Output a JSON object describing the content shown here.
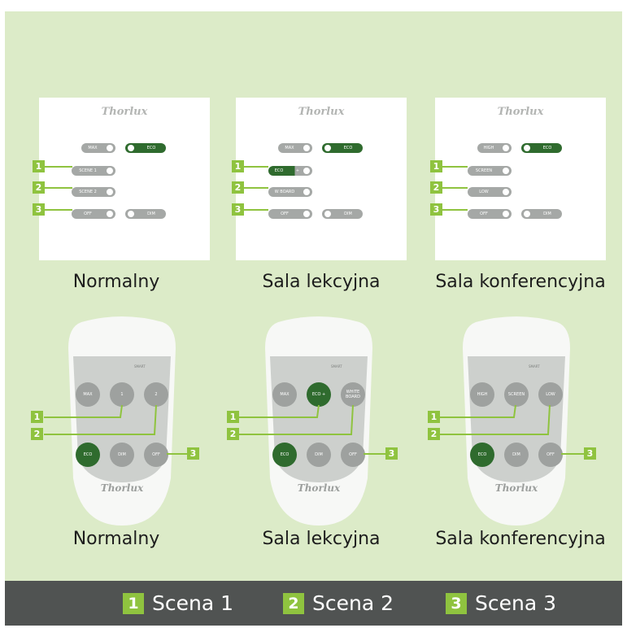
{
  "brand": "Thorlux",
  "panels": [
    {
      "caption": "Normalny",
      "buttons": {
        "max": "MAX",
        "eco": "ECO",
        "scene1": "SCENE 1",
        "scene2": "SCENE 2",
        "off": "OFF",
        "dim": "DIM"
      }
    },
    {
      "caption": "Sala lekcyjna",
      "buttons": {
        "max": "MAX",
        "eco": "ECO",
        "scene1_left": "ECO",
        "scene1_right": "+",
        "scene2": "W BOARD",
        "off": "OFF",
        "dim": "DIM"
      }
    },
    {
      "caption": "Sala konferencyjna",
      "buttons": {
        "max": "HIGH",
        "eco": "ECO",
        "scene1": "SCREEN",
        "scene2": "LOW",
        "off": "OFF",
        "dim": "DIM"
      }
    }
  ],
  "remotes": [
    {
      "caption": "Normalny",
      "smart": "SMART",
      "buttons": {
        "b1": "MAX",
        "b2": "1",
        "b3": "2",
        "b4": "ECO",
        "b5": "DIM",
        "b6": "OFF"
      }
    },
    {
      "caption": "Sala lekcyjna",
      "smart": "SMART",
      "buttons": {
        "b1": "MAX",
        "b2": "ECO +",
        "b3": "WHITE BOARD",
        "b4": "ECO",
        "b5": "DIM",
        "b6": "OFF"
      }
    },
    {
      "caption": "Sala konferencyjna",
      "smart": "SMART",
      "buttons": {
        "b1": "HIGH",
        "b2": "SCREEN",
        "b3": "LOW",
        "b4": "ECO",
        "b5": "DIM",
        "b6": "OFF"
      }
    }
  ],
  "markers": {
    "m1": "1",
    "m2": "2",
    "m3": "3"
  },
  "legend": [
    {
      "num": "1",
      "text": "Scena 1"
    },
    {
      "num": "2",
      "text": "Scena 2"
    },
    {
      "num": "3",
      "text": "Scena 3"
    }
  ],
  "colors": {
    "background": "#dcebc8",
    "accent_green": "#8fc33f",
    "dark_green": "#2f6b2e",
    "footer": "#505352",
    "button_grey": "#a5a8a6"
  }
}
